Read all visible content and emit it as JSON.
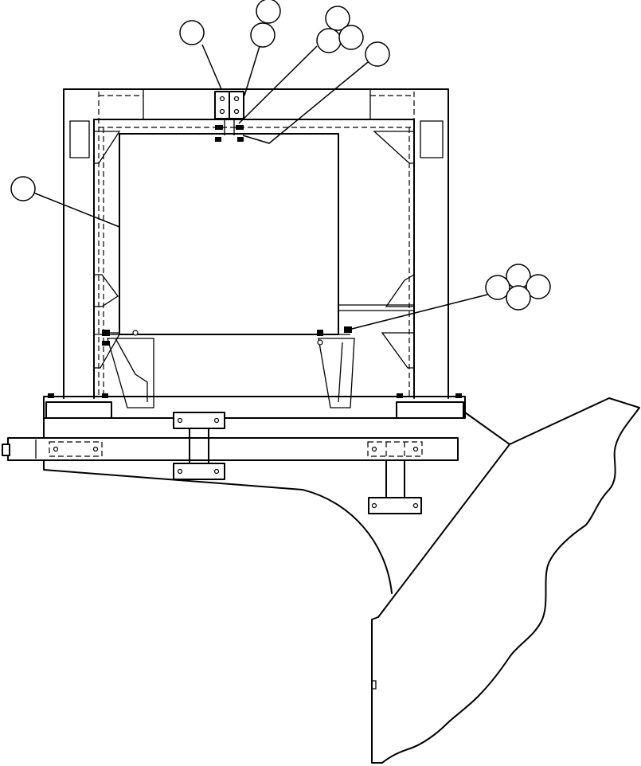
{
  "title": "",
  "callouts": [
    {
      "id": "top-left",
      "label": ""
    },
    {
      "id": "top-center-a",
      "label": ""
    },
    {
      "id": "top-center-b",
      "label": ""
    },
    {
      "id": "top-right-a",
      "label": ""
    },
    {
      "id": "top-right-b",
      "label": ""
    },
    {
      "id": "top-right-c",
      "label": ""
    },
    {
      "id": "top-right-d",
      "label": ""
    },
    {
      "id": "left-side",
      "label": ""
    },
    {
      "id": "right-cluster-a",
      "label": ""
    },
    {
      "id": "right-cluster-b",
      "label": ""
    },
    {
      "id": "right-cluster-c",
      "label": ""
    },
    {
      "id": "right-cluster-d",
      "label": ""
    }
  ],
  "colors": {
    "line": "#000000",
    "background": "#ffffff"
  }
}
